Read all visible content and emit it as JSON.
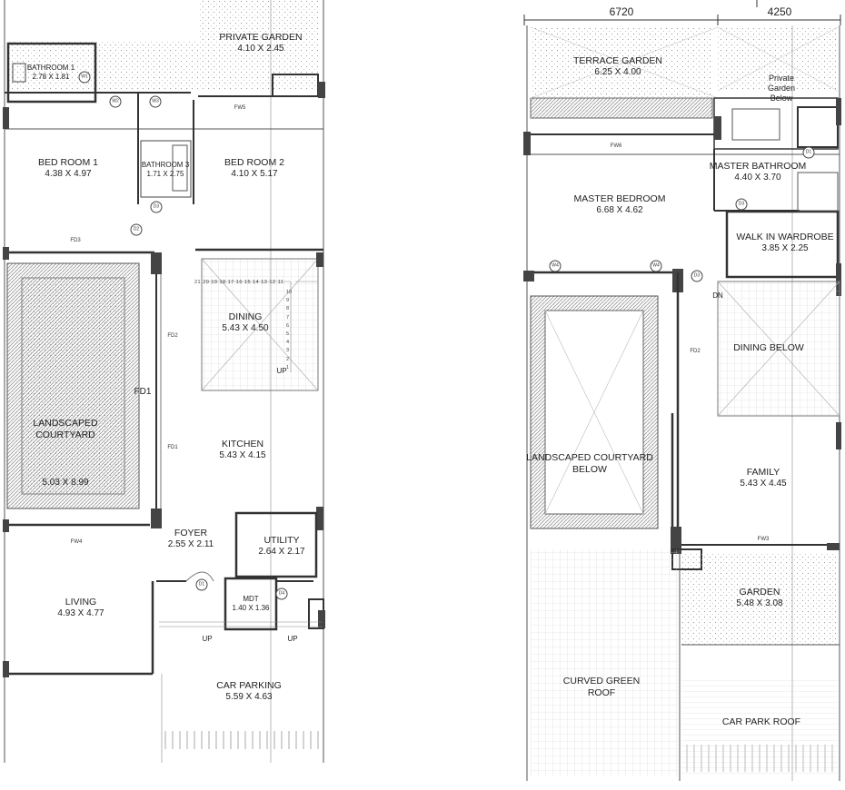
{
  "ground_floor": {
    "rooms": [
      {
        "id": "bath1",
        "name": "BATHROOM 1",
        "dims": "2.78 X 1.81",
        "small": true
      },
      {
        "id": "pgarden",
        "name": "PRIVATE GARDEN",
        "dims": "4.10 X 2.45"
      },
      {
        "id": "bed1",
        "name": "BED ROOM 1",
        "dims": "4.38 X 4.97"
      },
      {
        "id": "bath3",
        "name": "BATHROOM 3",
        "dims": "1.71 X 2.75",
        "small": true
      },
      {
        "id": "bed2",
        "name": "BED ROOM 2",
        "dims": "4.10 X 5.17"
      },
      {
        "id": "dining",
        "name": "DINING",
        "dims": "5.43 X 4.50"
      },
      {
        "id": "courtyard",
        "name": "LANDSCAPED\nCOURTYARD",
        "dims": "5.03 X 8.99"
      },
      {
        "id": "kitchen",
        "name": "KITCHEN",
        "dims": "5.43 X 4.15"
      },
      {
        "id": "foyer",
        "name": "FOYER",
        "dims": "2.55 X 2.11"
      },
      {
        "id": "utility",
        "name": "UTILITY",
        "dims": "2.64 X 2.17"
      },
      {
        "id": "mdt",
        "name": "MDT",
        "dims": "1.40 X 1.36",
        "small": true
      },
      {
        "id": "living",
        "name": "LIVING",
        "dims": "4.93 X 4.77"
      },
      {
        "id": "carparking",
        "name": "CAR PARKING",
        "dims": "5.59 X 4.63"
      }
    ],
    "annotations": [
      "FD1",
      "UP",
      "UP",
      "UP"
    ],
    "tags": [
      "FD3",
      "FD2",
      "FD1",
      "FW4",
      "FW5",
      "W1",
      "W2",
      "W3",
      "D1",
      "D2",
      "D3",
      "D4"
    ],
    "stair_numbers": [
      "21",
      "20",
      "19",
      "18",
      "17",
      "16",
      "15",
      "14",
      "13",
      "12",
      "11",
      "10",
      "9",
      "8",
      "7",
      "6",
      "5",
      "4",
      "3",
      "2",
      "1"
    ]
  },
  "upper_floor": {
    "dimensions": [
      "6720",
      "4250"
    ],
    "rooms": [
      {
        "id": "terrace",
        "name": "TERRACE GARDEN",
        "dims": "6.25 X 4.00"
      },
      {
        "id": "pgbelow",
        "name": "Private\nGarden\nBelow",
        "dims": "",
        "small": true
      },
      {
        "id": "masterbath",
        "name": "MASTER BATHROOM",
        "dims": "4.40 X 3.70"
      },
      {
        "id": "masterbed",
        "name": "MASTER BEDROOM",
        "dims": "6.68 X 4.62"
      },
      {
        "id": "wardrobe",
        "name": "WALK IN WARDROBE",
        "dims": "3.85 X 2.25"
      },
      {
        "id": "diningbelow",
        "name": "DINING BELOW",
        "dims": ""
      },
      {
        "id": "courtyardbelow",
        "name": "LANDSCAPED COURTYARD\nBELOW",
        "dims": ""
      },
      {
        "id": "family",
        "name": "FAMILY",
        "dims": "5.43 X 4.45"
      },
      {
        "id": "garden",
        "name": "GARDEN",
        "dims": "5.48 X 3.08"
      },
      {
        "id": "greenroof",
        "name": "CURVED GREEN\nROOF",
        "dims": ""
      },
      {
        "id": "carparkroof",
        "name": "CAR PARK ROOF",
        "dims": ""
      }
    ],
    "annotations": [
      "DN"
    ],
    "tags": [
      "FW6",
      "FW3",
      "FD2",
      "W4",
      "W4",
      "D3",
      "D3",
      "D1"
    ]
  }
}
